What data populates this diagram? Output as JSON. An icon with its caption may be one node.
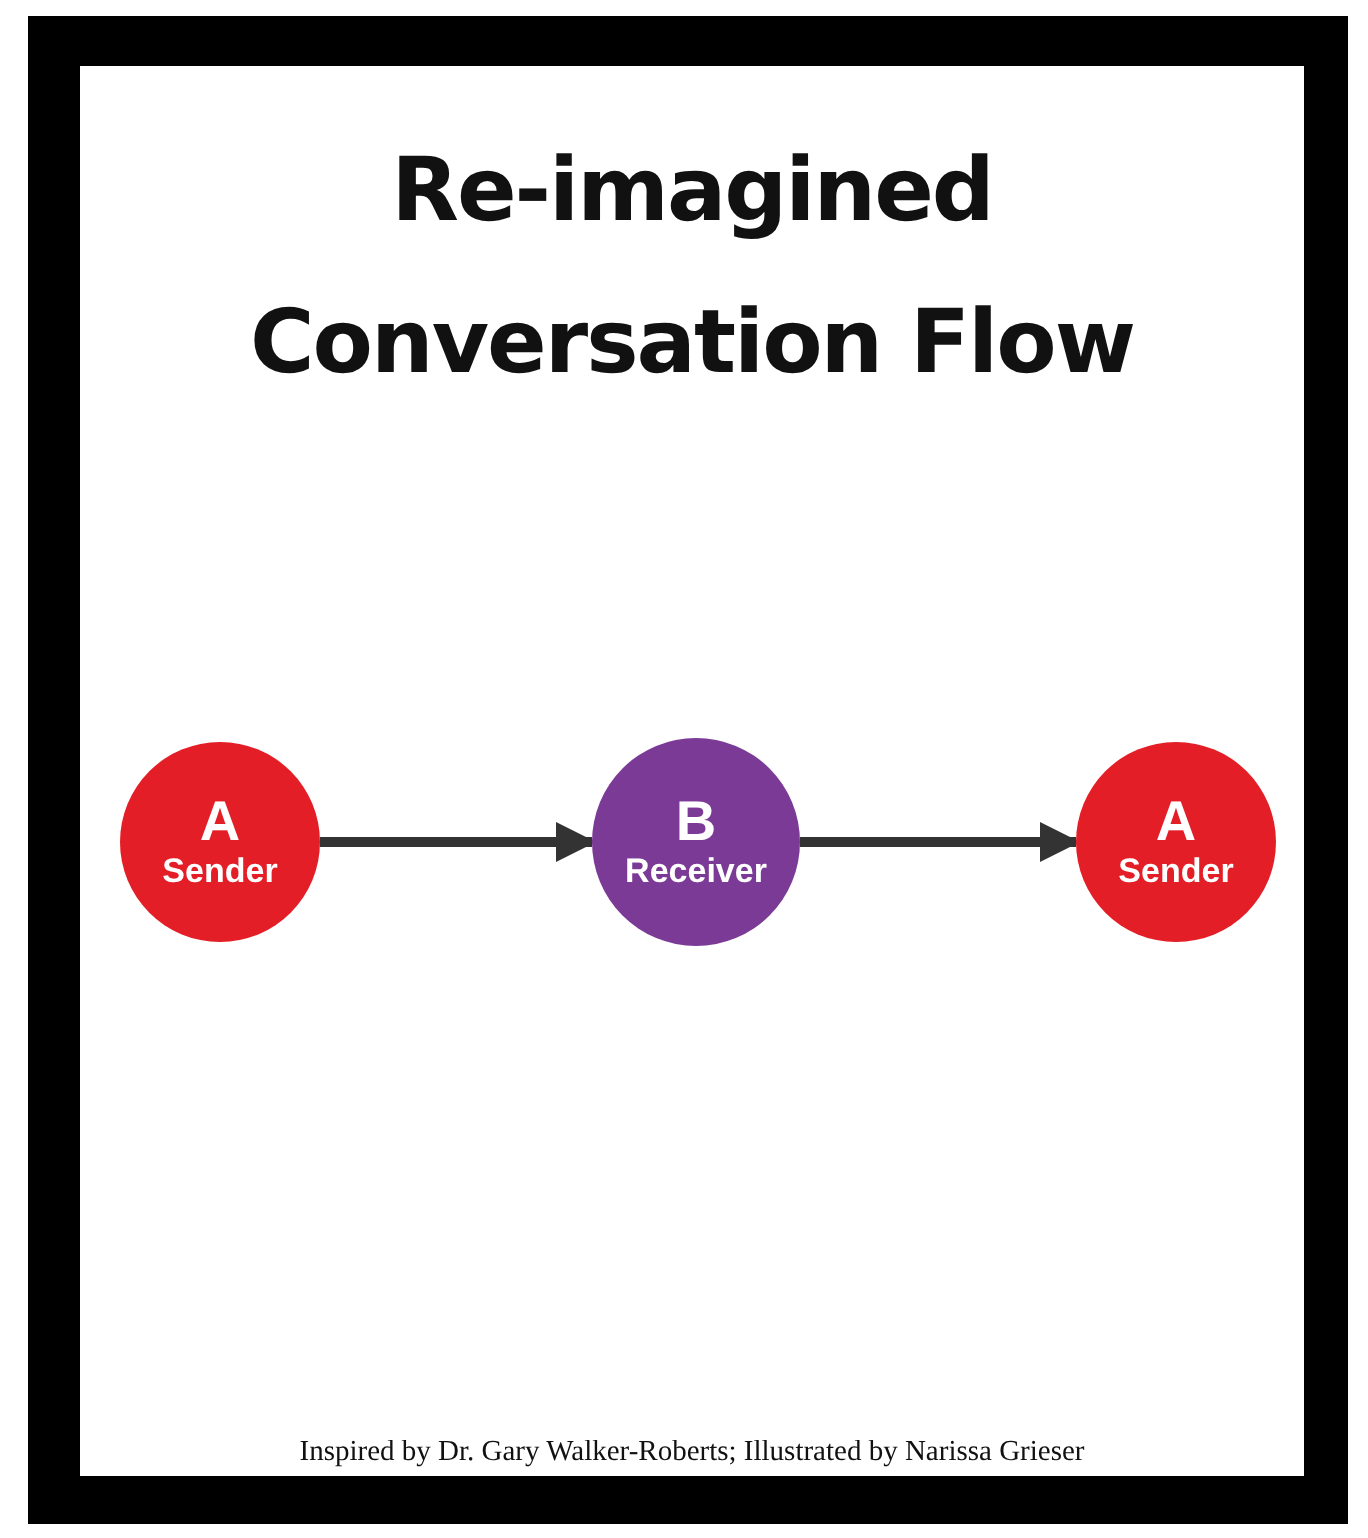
{
  "diagram": {
    "title": "Re-imagined Conversation Flow",
    "caption": "Inspired by Dr. Gary Walker-Roberts; Illustrated by Narissa Grieser",
    "nodes": [
      {
        "text": [
          "A",
          "Sender"
        ]
      },
      {
        "text": [
          "B",
          "Receiver"
        ]
      },
      {
        "text": [
          "A",
          "Sender"
        ]
      }
    ],
    "edges": [
      {
        "from": 0,
        "to": 1,
        "arrow": "to"
      },
      {
        "from": 1,
        "to": 2,
        "arrow": "to"
      }
    ]
  }
}
